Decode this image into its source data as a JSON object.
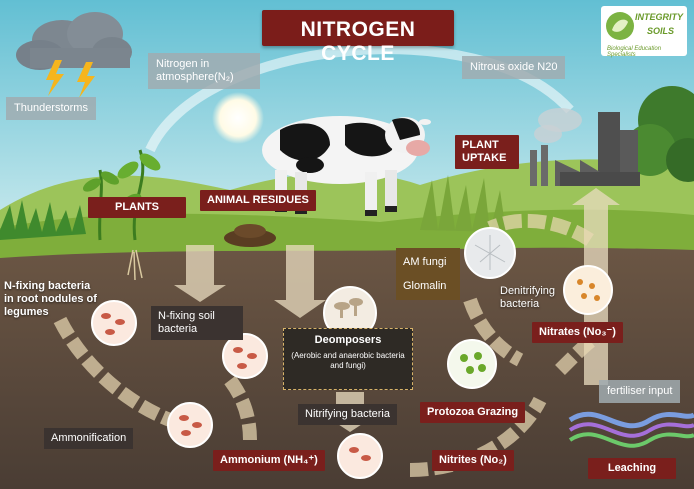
{
  "title": "NITROGEN CYCLE",
  "logo": {
    "name": "INTEGRITY",
    "sub": "SOILS",
    "tagline": "Biological Education Specialists"
  },
  "labels": {
    "thunderstorms": "Thunderstorms",
    "nitrogen_atmosphere": "Nitrogen in atmosphere(N₂)",
    "nitrous_oxide": "Nitrous oxide N20",
    "plant_uptake": "PLANT UPTAKE",
    "plants": "PLANTS",
    "animal_residues": "ANIMAL RESIDUES",
    "am_fungi": "AM fungi",
    "glomalin": "Glomalin",
    "denitrifying_bacteria": "Denitrifying bacteria",
    "n_fixing_nodules": "N-fixing bacteria in root nodules of legumes",
    "n_fixing_soil": "N-fixing soil bacteria",
    "decomposers_title": "Deomposers",
    "decomposers_sub": "(Aerobic and anaerobic bacteria and fungi)",
    "nitrates": "Nitrates (No₃⁻)",
    "fertiliser": "fertiliser input",
    "nitrifying_bacteria": "Nitrifying bacteria",
    "protozoa": "Protozoa Grazing",
    "ammonification": "Ammonification",
    "ammonium": "Ammonium (NH₄⁺)",
    "nitrites": "Nitrites (No₂)",
    "leaching": "Leaching"
  },
  "colors": {
    "sky_top": "#6fc4d6",
    "sky_bottom": "#bfe4ea",
    "grass": "#7cae3a",
    "soil": "#5a4a3c",
    "banner": "#7b1d1a",
    "arrow_light": "#e9dcc0"
  }
}
